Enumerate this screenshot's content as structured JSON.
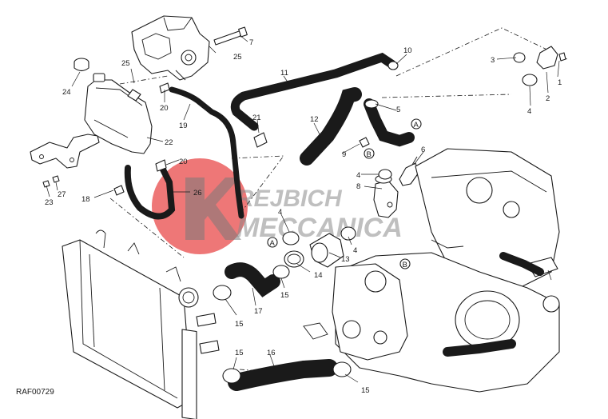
{
  "drawing_ref": "RAF00729",
  "watermark": {
    "line1": "REJBICH",
    "line2": "MECCANICA",
    "circle_color": "#e84a4a",
    "text_color": "#8a8a8a"
  },
  "callouts": [
    {
      "id": "c1",
      "label": "1"
    },
    {
      "id": "c2",
      "label": "2"
    },
    {
      "id": "c3",
      "label": "3"
    },
    {
      "id": "c4a",
      "label": "4"
    },
    {
      "id": "c4b",
      "label": "4"
    },
    {
      "id": "c4c",
      "label": "4"
    },
    {
      "id": "c4d",
      "label": "4"
    },
    {
      "id": "c5",
      "label": "5"
    },
    {
      "id": "c6",
      "label": "6"
    },
    {
      "id": "c7",
      "label": "7"
    },
    {
      "id": "c8",
      "label": "8"
    },
    {
      "id": "c9",
      "label": "9"
    },
    {
      "id": "c10",
      "label": "10"
    },
    {
      "id": "c11",
      "label": "11"
    },
    {
      "id": "c12",
      "label": "12"
    },
    {
      "id": "c13",
      "label": "13"
    },
    {
      "id": "c14",
      "label": "14"
    },
    {
      "id": "c15a",
      "label": "15"
    },
    {
      "id": "c15b",
      "label": "15"
    },
    {
      "id": "c15c",
      "label": "15"
    },
    {
      "id": "c15d",
      "label": "15"
    },
    {
      "id": "c16",
      "label": "16"
    },
    {
      "id": "c17",
      "label": "17"
    },
    {
      "id": "c18",
      "label": "18"
    },
    {
      "id": "c19",
      "label": "19"
    },
    {
      "id": "c20a",
      "label": "20"
    },
    {
      "id": "c20b",
      "label": "20"
    },
    {
      "id": "c21",
      "label": "21"
    },
    {
      "id": "c22",
      "label": "22"
    },
    {
      "id": "c23",
      "label": "23"
    },
    {
      "id": "c24",
      "label": "24"
    },
    {
      "id": "c25a",
      "label": "25"
    },
    {
      "id": "c25b",
      "label": "25"
    },
    {
      "id": "c26",
      "label": "26"
    },
    {
      "id": "c27",
      "label": "27"
    }
  ],
  "markers": [
    {
      "id": "mA1",
      "label": "A"
    },
    {
      "id": "mA2",
      "label": "A"
    },
    {
      "id": "mB1",
      "label": "B"
    },
    {
      "id": "mB2",
      "label": "B"
    }
  ]
}
